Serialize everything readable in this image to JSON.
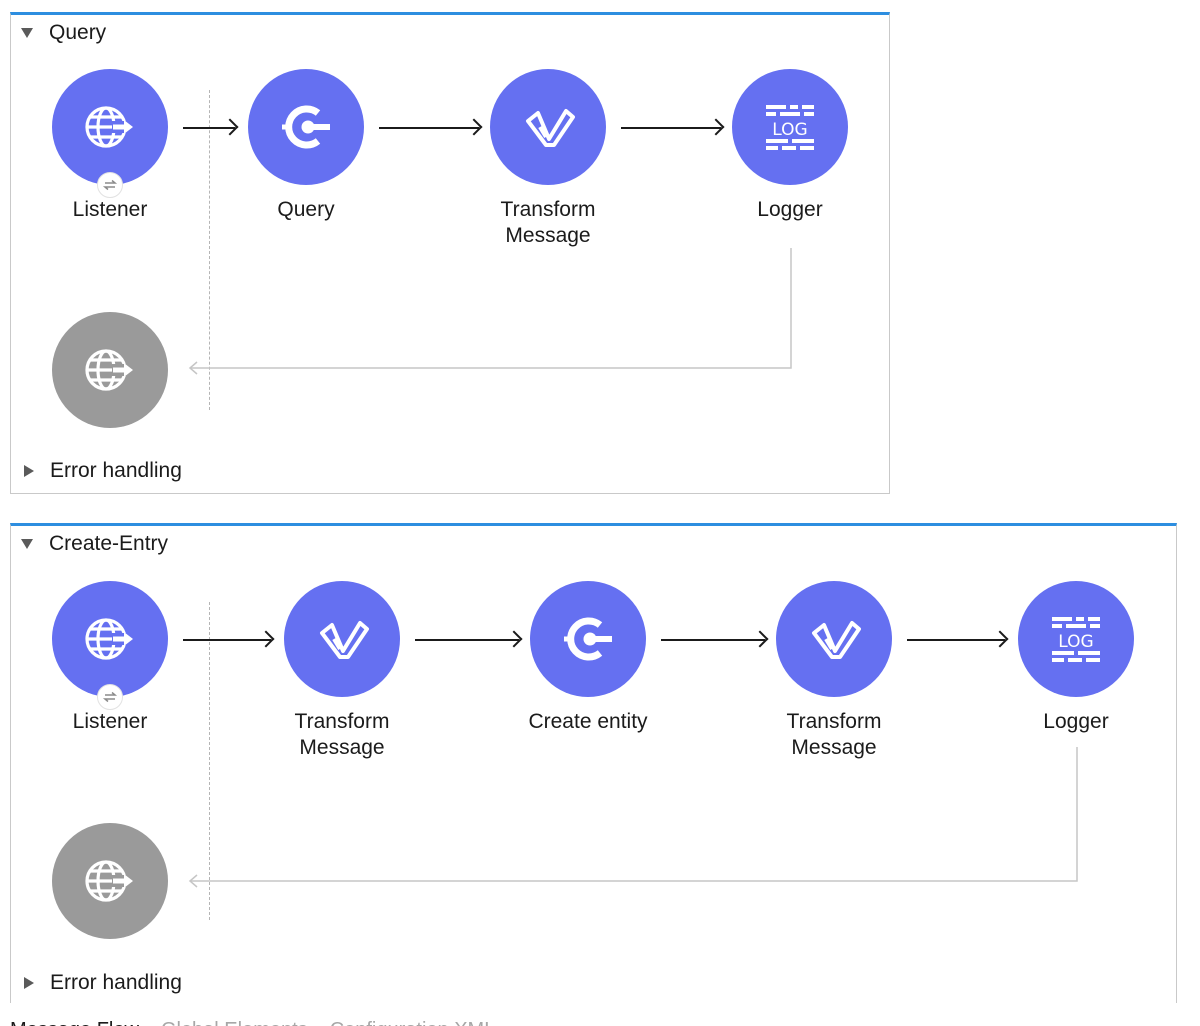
{
  "flows": [
    {
      "name": "Query",
      "error_label": "Error handling",
      "nodes": [
        {
          "label": "Listener",
          "icon": "http-listener-icon"
        },
        {
          "label": "Query",
          "icon": "connector-icon"
        },
        {
          "label": "Transform Message",
          "icon": "dataweave-icon"
        },
        {
          "label": "Logger",
          "icon": "logger-icon"
        }
      ]
    },
    {
      "name": "Create-Entry",
      "error_label": "Error handling",
      "nodes": [
        {
          "label": "Listener",
          "icon": "http-listener-icon"
        },
        {
          "label": "Transform Message",
          "icon": "dataweave-icon"
        },
        {
          "label": "Create entity",
          "icon": "connector-icon"
        },
        {
          "label": "Transform Message",
          "icon": "dataweave-icon"
        },
        {
          "label": "Logger",
          "icon": "logger-icon"
        }
      ]
    }
  ],
  "logger_icon_text": "LOG",
  "bottom_tabs": [
    "Message Flow",
    "Global Elements",
    "Configuration XML"
  ],
  "colors": {
    "node": "#6570f1",
    "source_response": "#9a9a9a",
    "flow_border": "#2d8ee0"
  }
}
